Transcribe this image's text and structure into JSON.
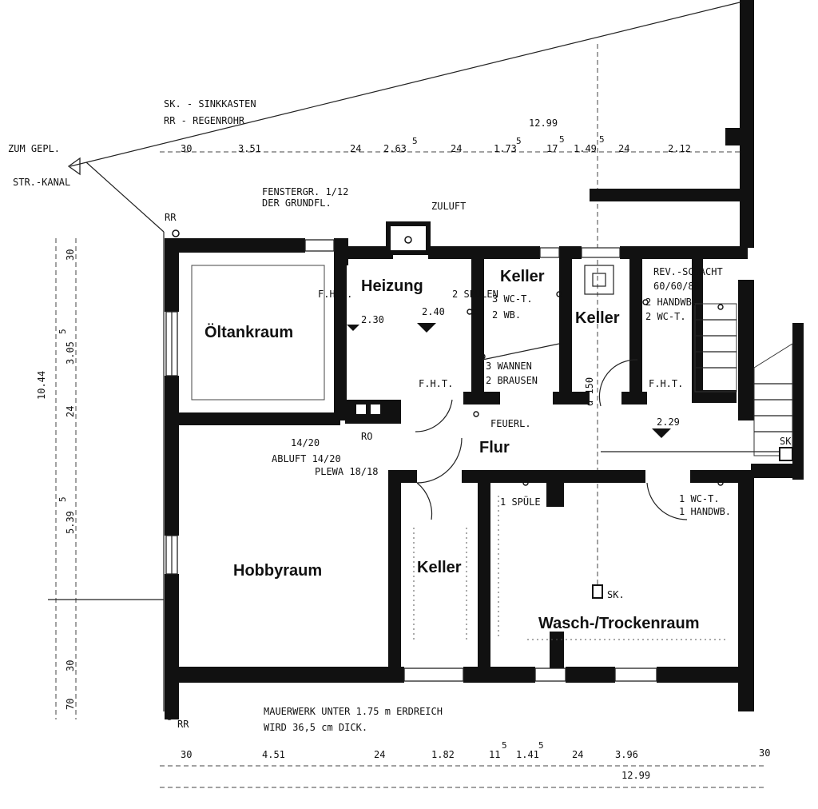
{
  "legend": {
    "sinkkasten": "SK. - SINKKASTEN",
    "regenrohr": "RR - REGENROHR",
    "zum_gepl": "ZUM GEPL.",
    "str_kanal": "STR.-KANAL",
    "fenstergr_1": "FENSTERGR. 1/12",
    "fenstergr_2": "DER GRUNDFL.",
    "zuluft": "ZULUFT"
  },
  "rooms": {
    "oeltankraum": "Öltankraum",
    "heizung": "Heizung",
    "keller_top": "Keller",
    "keller_mid": "Keller",
    "flur": "Flur",
    "hobbyraum": "Hobbyraum",
    "keller_bottom": "Keller",
    "wasch": "Wasch-/Trockenraum"
  },
  "notes": {
    "rr_top": "RR",
    "rr_bottom": "RR",
    "fhe": "F.H.E.",
    "spuelen": "2 SPÜLEN",
    "wct_3": "3 WC-T.",
    "wb_2": "2 WB.",
    "wannen": "3 WANNEN",
    "brausen": "2 BRAUSEN",
    "rev_schacht": "REV.-SCHACHT",
    "rev_dims": "60/60/80",
    "handwb_2": "2 HANDWB.",
    "wct_2": "2 WC-T.",
    "fht_left": "F.H.T.",
    "fht_right": "F.H.T.",
    "feuerl": "FEUERL.",
    "d150": "d 150",
    "level_230": "2.30",
    "level_240": "2.40",
    "level_229": "2.29",
    "ro": "RO",
    "abluft_1": "14/20",
    "abluft_2": "ABLUFT 14/20",
    "plewa": "PLEWA 18/18",
    "spuele_1": "1 SPÜLE",
    "wct_1": "1 WC-T.",
    "handwb_1": "1 HANDWB.",
    "sk_mid": "SK.",
    "sk_right": "SK",
    "mauerwerk_1": "MAUERWERK UNTER 1.75 m ERDREICH",
    "mauerwerk_2": "WIRD 36,5 cm DICK."
  },
  "dims_top": {
    "total": "12.99",
    "d1": "30",
    "d2": "3.51",
    "d3": "24",
    "d4": "2.63",
    "d4s": "5",
    "d5": "24",
    "d6": "1.73",
    "d6s": "5",
    "d7": "17",
    "d7s": "5",
    "d8": "1.49",
    "d8s": "5",
    "d9": "24",
    "d10": "2.12"
  },
  "dims_left": {
    "total": "10.44",
    "d1": "30",
    "d2": "3.05",
    "d2s": "5",
    "d3": "24",
    "d4": "5.39",
    "d4s": "5",
    "d5": "30",
    "d6": "70"
  },
  "dims_bottom": {
    "d1": "30",
    "d2": "4.51",
    "d3": "24",
    "d4": "1.82",
    "d5": "11",
    "d5s": "5",
    "d6": "1.41",
    "d6s": "5",
    "d7": "24",
    "d8": "3.96",
    "d9": "30",
    "total": "12.99"
  }
}
